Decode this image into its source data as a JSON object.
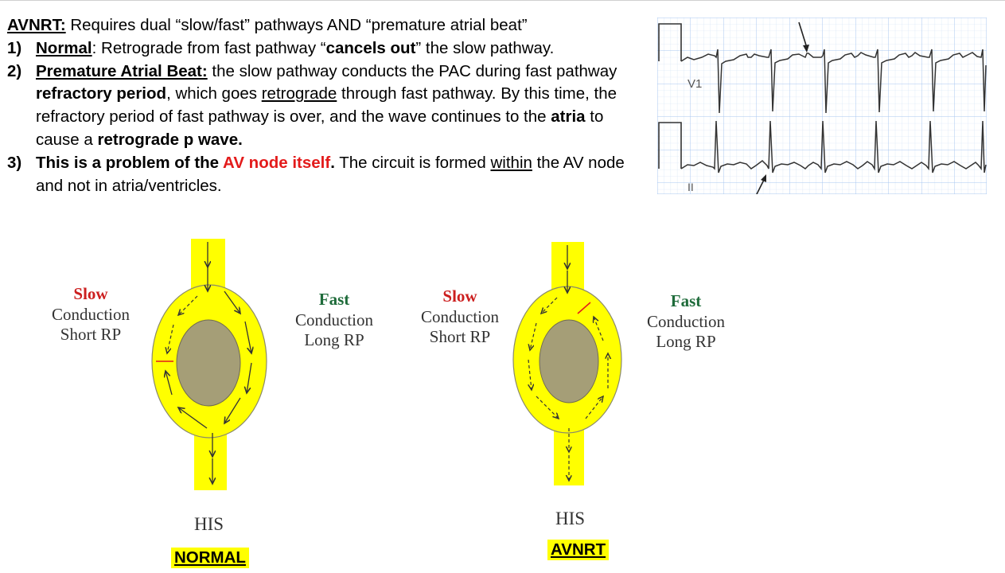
{
  "slide": {
    "intro": {
      "term": "AVNRT:",
      "rest": " Requires dual “slow/fast” pathways AND “premature atrial beat”"
    },
    "items": [
      {
        "num": "1)",
        "parts": [
          {
            "t": "Normal",
            "s": "bu"
          },
          {
            "t": ": Retrograde from fast pathway “",
            "s": ""
          },
          {
            "t": "cancels out",
            "s": "b"
          },
          {
            "t": "” the slow pathway.",
            "s": ""
          }
        ]
      },
      {
        "num": "2)",
        "parts": [
          {
            "t": "Premature Atrial Beat:",
            "s": "bu"
          },
          {
            "t": " the slow pathway conducts the PAC during fast pathway ",
            "s": ""
          },
          {
            "t": "refractory period",
            "s": "b"
          },
          {
            "t": ", which goes ",
            "s": ""
          },
          {
            "t": "retrograde",
            "s": "u"
          },
          {
            "t": " through fast pathway. By this time, the refractory period of fast pathway is over, and the wave continues to the ",
            "s": ""
          },
          {
            "t": "atria",
            "s": "b"
          },
          {
            "t": " to cause a ",
            "s": ""
          },
          {
            "t": "retrograde p wave.",
            "s": "b"
          }
        ]
      },
      {
        "num": "3)",
        "parts": [
          {
            "t": "This is a problem of the ",
            "s": "b"
          },
          {
            "t": "AV node itself",
            "s": "br"
          },
          {
            "t": ".",
            "s": "b"
          },
          {
            "t": " The circuit is formed ",
            "s": ""
          },
          {
            "t": "within",
            "s": "u"
          },
          {
            "t": " the AV node and not in atria/ventricles.",
            "s": ""
          }
        ]
      }
    ]
  },
  "ecg": {
    "lead_top": "V1",
    "lead_bottom": "II",
    "grid_color": "#a9c7f0",
    "trace_color": "#333333"
  },
  "normal": {
    "slow_title": "Slow",
    "slow_line1": "Conduction",
    "slow_line2": "Short RP",
    "fast_title": "Fast",
    "fast_line1": "Conduction",
    "fast_line2": "Long RP",
    "his": "HIS",
    "tag": "NORMAL"
  },
  "avnrt": {
    "slow_title": "Slow",
    "slow_line1": "Conduction",
    "slow_line2": "Short RP",
    "fast_title": "Fast",
    "fast_line1": "Conduction",
    "fast_line2": "Long RP",
    "his": "HIS",
    "tag": "AVNRT"
  },
  "colors": {
    "pathway_yellow": "#ffff00",
    "node_center": "#a59e77",
    "slow_red": "#cc1f1f",
    "fast_green": "#1e6b3a",
    "highlight_red": "#e31b1b"
  }
}
